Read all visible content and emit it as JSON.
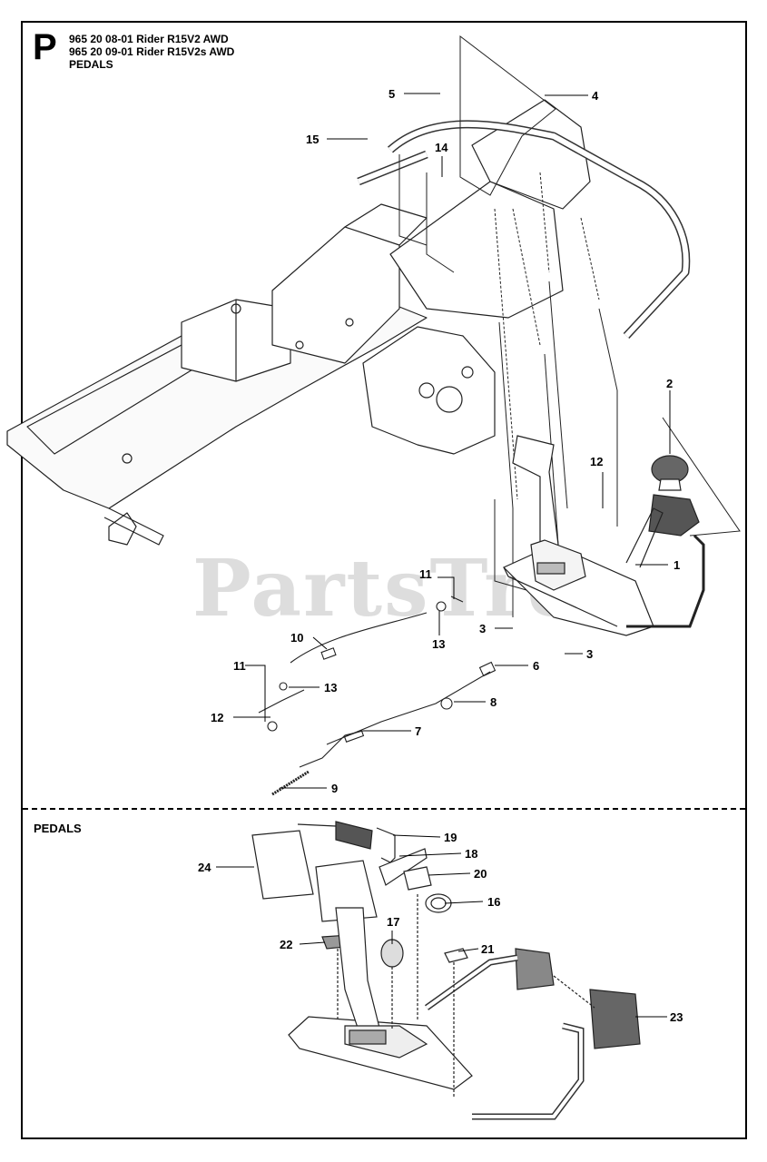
{
  "header": {
    "section_letter": "P",
    "lines": [
      "965 20 08-01 Rider R15V2 AWD",
      "965 20 09-01 Rider R15V2s AWD",
      "PEDALS"
    ]
  },
  "watermark": "PartsTree",
  "detail_title": "PEDALS",
  "callouts": [
    "1",
    "2",
    "3",
    "3",
    "4",
    "5",
    "6",
    "7",
    "8",
    "9",
    "10",
    "11",
    "11",
    "12",
    "12",
    "13",
    "13",
    "14",
    "15",
    "16",
    "17",
    "18",
    "19",
    "20",
    "21",
    "22",
    "23",
    "24"
  ]
}
